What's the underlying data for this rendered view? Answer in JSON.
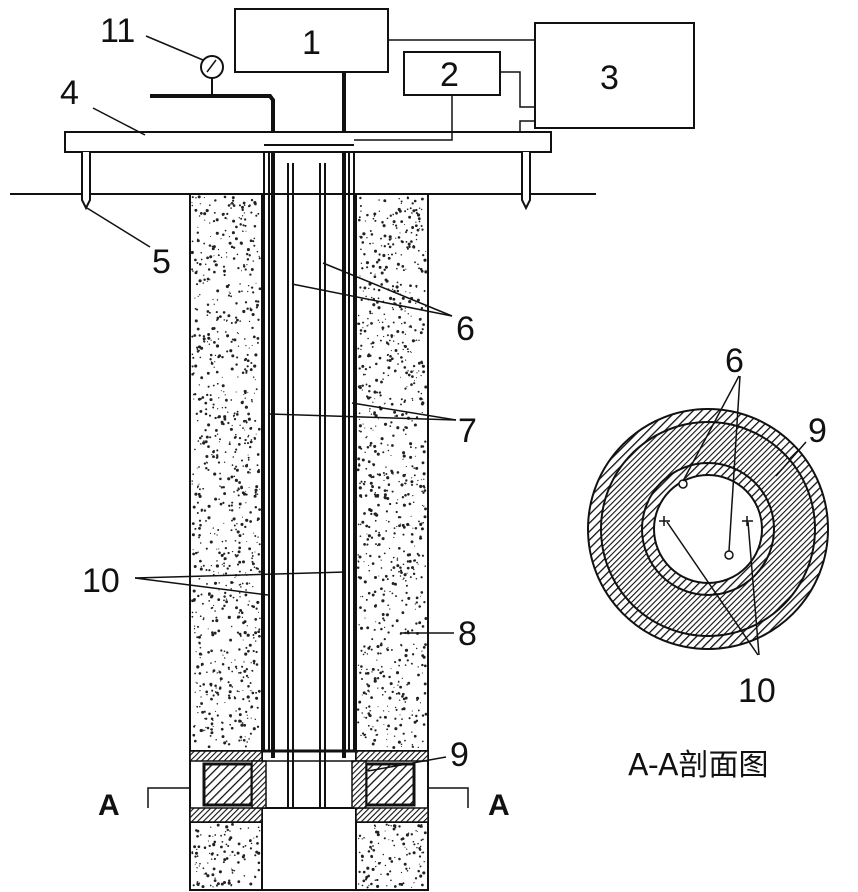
{
  "labels": {
    "l1": "1",
    "l2": "2",
    "l3": "3",
    "l4": "4",
    "l5": "5",
    "l6": "6",
    "l7": "7",
    "l8": "8",
    "l9": "9",
    "l10": "10",
    "l11": "11",
    "section_l6": "6",
    "section_l9": "9",
    "section_l10": "10",
    "cut_left": "A",
    "cut_right": "A"
  },
  "caption": "A-A剖面图",
  "colors": {
    "line": "#111111",
    "sand_dot": "#222222",
    "background": "#ffffff"
  }
}
